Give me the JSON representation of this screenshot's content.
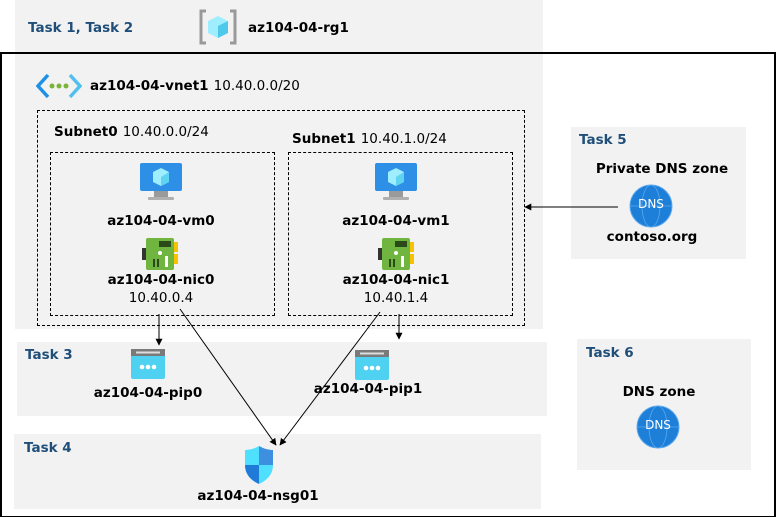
{
  "tasks": {
    "t12": "Task 1, Task 2",
    "t3": "Task 3",
    "t4": "Task 4",
    "t5": "Task 5",
    "t6": "Task 6"
  },
  "resource_group": {
    "name": "az104-04-rg1",
    "icon": "resource-group-icon"
  },
  "vnet": {
    "name": "az104-04-vnet1",
    "cidr": "10.40.0.0/20",
    "icon": "vnet-icon"
  },
  "subnets": [
    {
      "name": "Subnet0",
      "cidr": "10.40.0.0/24",
      "vm": "az104-04-vm0",
      "nic": "az104-04-nic0",
      "ip": "10.40.0.4"
    },
    {
      "name": "Subnet1",
      "cidr": "10.40.1.0/24",
      "vm": "az104-04-vm1",
      "nic": "az104-04-nic1",
      "ip": "10.40.1.4"
    }
  ],
  "pips": [
    "az104-04-pip0",
    "az104-04-pip1"
  ],
  "nsg": "az104-04-nsg01",
  "private_dns": {
    "title": "Private DNS zone",
    "icon_text": "DNS",
    "zone": "contoso.org"
  },
  "dns_zone": {
    "title": "DNS zone",
    "icon_text": "DNS"
  },
  "colors": {
    "panel": "#f2f2f2",
    "task_label": "#1f4e79",
    "dns": "#1e7fd8"
  }
}
